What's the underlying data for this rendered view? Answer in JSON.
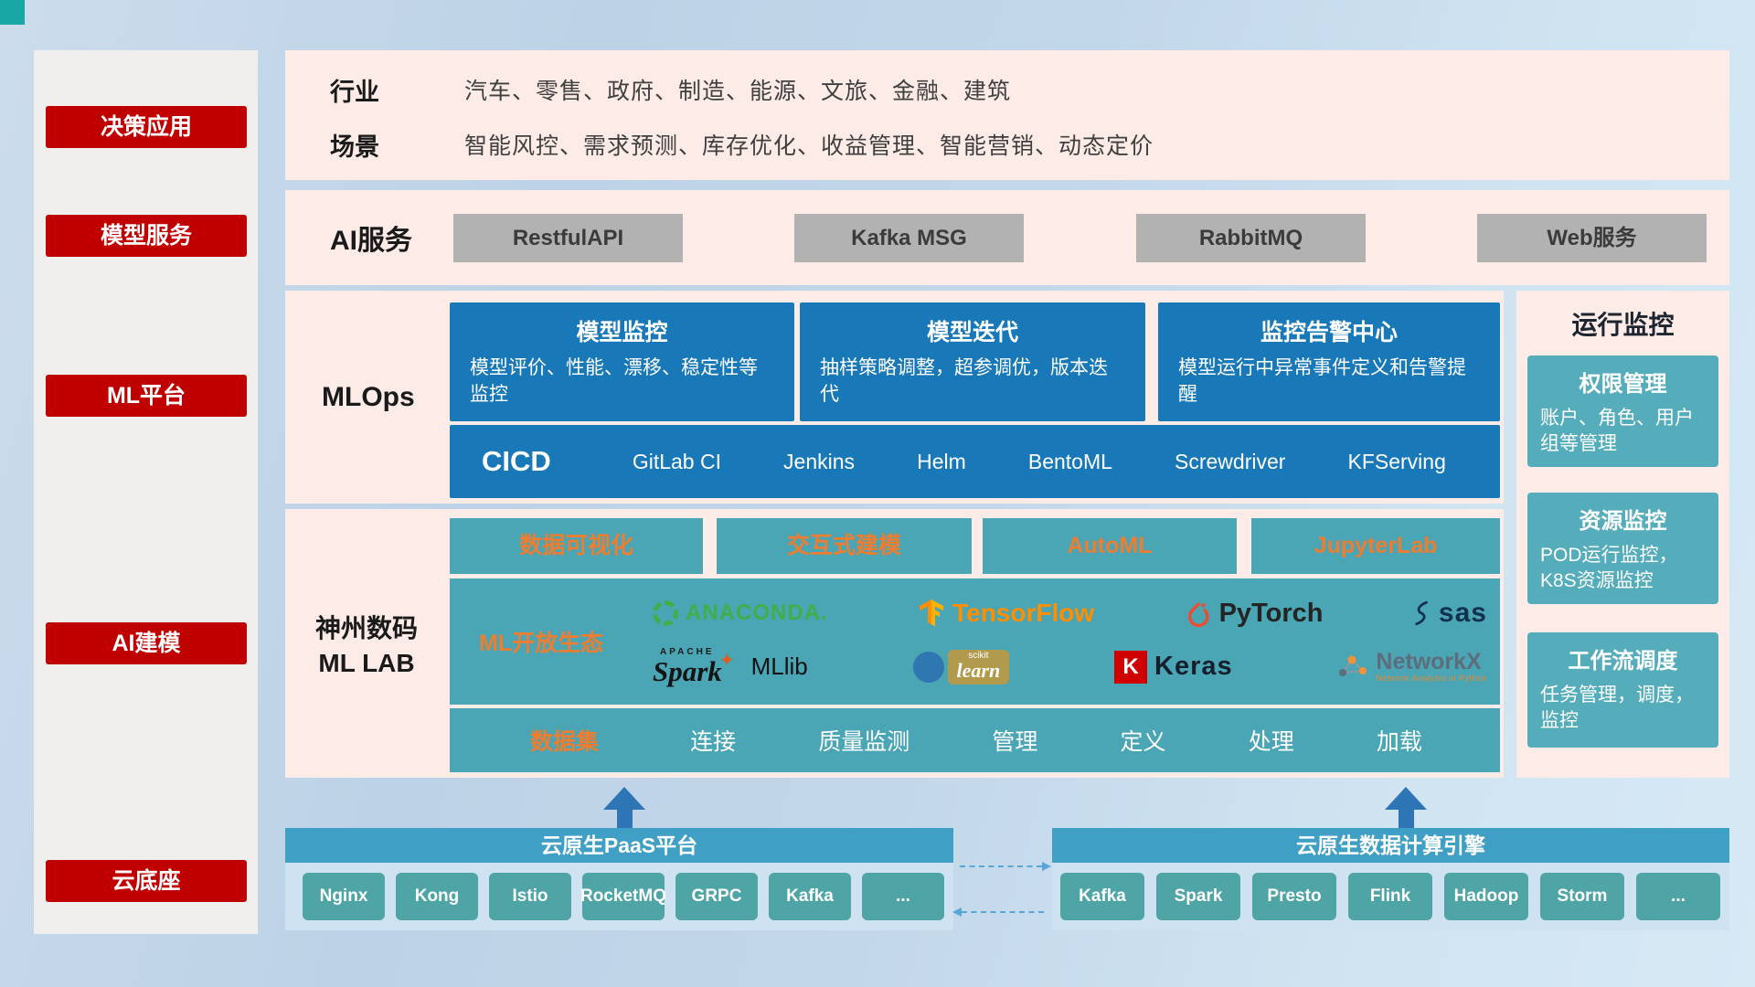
{
  "colors": {
    "accent_red": "#c00000",
    "panel_blue": "#1878b8",
    "panel_teal": "#4aa5b4",
    "accent_orange": "#ed7d31",
    "band_pink": "#fcebe7"
  },
  "icons": {
    "spark_star": "✦"
  },
  "sidebar": {
    "items": [
      {
        "label": "决策应用"
      },
      {
        "label": "模型服务"
      },
      {
        "label": "ML平台"
      },
      {
        "label": "AI建模"
      },
      {
        "label": "云底座"
      }
    ]
  },
  "industry_band": {
    "rows": [
      {
        "label": "行业",
        "text": "汽车、零售、政府、制造、能源、文旅、金融、建筑"
      },
      {
        "label": "场景",
        "text": "智能风控、需求预测、库存优化、收益管理、智能营销、动态定价"
      }
    ]
  },
  "ai_service_band": {
    "label": "AI服务",
    "buttons": [
      {
        "label": "RestfulAPI"
      },
      {
        "label": "Kafka MSG"
      },
      {
        "label": "RabbitMQ"
      },
      {
        "label": "Web服务"
      }
    ]
  },
  "mlops_band": {
    "label": "MLOps",
    "cards": [
      {
        "title": "模型监控",
        "desc": "模型评价、性能、漂移、稳定性等监控"
      },
      {
        "title": "模型迭代",
        "desc": "抽样策略调整，超参调优，版本迭代"
      },
      {
        "title": "监控告警中心",
        "desc": "模型运行中异常事件定义和告警提醒"
      }
    ],
    "cicd": {
      "label": "CICD",
      "tools": [
        {
          "name": "GitLab CI"
        },
        {
          "name": "Jenkins"
        },
        {
          "name": "Helm"
        },
        {
          "name": "BentoML"
        },
        {
          "name": "Screwdriver"
        },
        {
          "name": "KFServing"
        }
      ]
    }
  },
  "mllab_band": {
    "label_line1": "神州数码",
    "label_line2": "ML LAB",
    "top_buttons": [
      {
        "label": "数据可视化"
      },
      {
        "label": "交互式建模"
      },
      {
        "label": "AutoML"
      },
      {
        "label": "JupyterLab"
      }
    ],
    "ecosystem": {
      "label": "ML开放生态",
      "logos": {
        "anaconda": "ANACONDA.",
        "tensorflow": "TensorFlow",
        "pytorch": "PyTorch",
        "sas": "sas",
        "spark_apache": "APACHE",
        "spark": "Spark",
        "mllib": "MLlib",
        "scikit_top": "scikit",
        "scikit_learn": "learn",
        "keras_k": "K",
        "keras": "Keras",
        "networkx": "NetworkX",
        "networkx_sub": "Network Analysis in Python"
      }
    },
    "dataset_row": {
      "label": "数据集",
      "items": [
        {
          "label": "连接"
        },
        {
          "label": "质量监测"
        },
        {
          "label": "管理"
        },
        {
          "label": "定义"
        },
        {
          "label": "处理"
        },
        {
          "label": "加载"
        }
      ]
    }
  },
  "monitor_column": {
    "title": "运行监控",
    "cards": [
      {
        "title": "权限管理",
        "desc": "账户、角色、用户组等管理"
      },
      {
        "title": "资源监控",
        "desc": "POD运行监控，K8S资源监控"
      },
      {
        "title": "工作流调度",
        "desc": "任务管理，调度，监控"
      }
    ]
  },
  "bottom": {
    "paas": {
      "title": "云原生PaaS平台",
      "items": [
        {
          "label": "Nginx"
        },
        {
          "label": "Kong"
        },
        {
          "label": "Istio"
        },
        {
          "label": "RocketMQ"
        },
        {
          "label": "GRPC"
        },
        {
          "label": "Kafka"
        },
        {
          "label": "..."
        }
      ]
    },
    "compute": {
      "title": "云原生数据计算引擎",
      "items": [
        {
          "label": "Kafka"
        },
        {
          "label": "Spark"
        },
        {
          "label": "Presto"
        },
        {
          "label": "Flink"
        },
        {
          "label": "Hadoop"
        },
        {
          "label": "Storm"
        },
        {
          "label": "..."
        }
      ]
    }
  }
}
